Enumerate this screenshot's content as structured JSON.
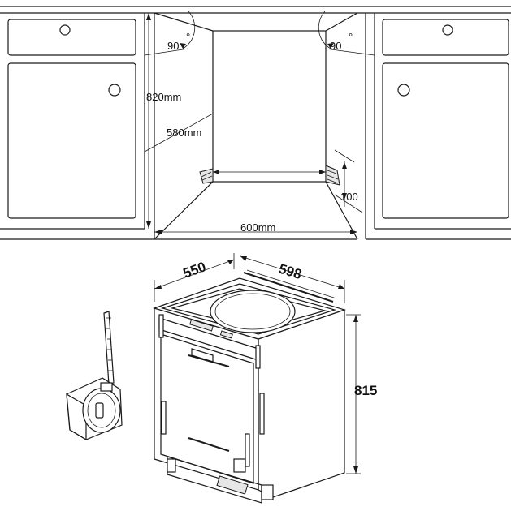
{
  "niche": {
    "angle_left": "90",
    "angle_right": "90",
    "degree_mark": "°",
    "height_label": "820mm",
    "depth_label": "580mm",
    "width_label": "600mm",
    "gap_label": "100"
  },
  "appliance": {
    "depth_label": "550",
    "width_label": "598",
    "height_label": "815"
  }
}
